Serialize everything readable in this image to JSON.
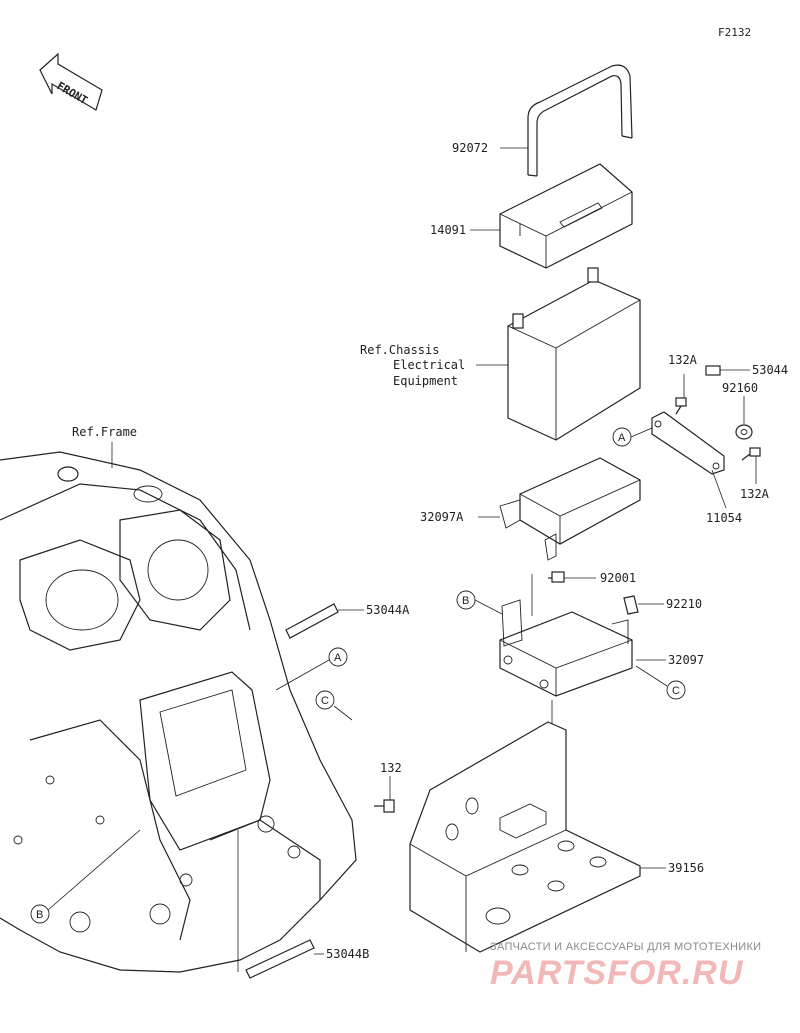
{
  "figure_code": "F2132",
  "front_label": "FRONT",
  "references": {
    "frame": "Ref.Frame",
    "chassis_lines": [
      "Ref.Chassis",
      "Electrical",
      "Equipment"
    ]
  },
  "parts": [
    {
      "id": "92072",
      "label": "92072"
    },
    {
      "id": "14091",
      "label": "14091"
    },
    {
      "id": "132A_top",
      "label": "132A"
    },
    {
      "id": "53044",
      "label": "53044"
    },
    {
      "id": "92160",
      "label": "92160"
    },
    {
      "id": "11054",
      "label": "11054"
    },
    {
      "id": "132A_right",
      "label": "132A"
    },
    {
      "id": "32097A",
      "label": "32097A"
    },
    {
      "id": "92001",
      "label": "92001"
    },
    {
      "id": "92210",
      "label": "92210"
    },
    {
      "id": "32097",
      "label": "32097"
    },
    {
      "id": "53044A",
      "label": "53044A"
    },
    {
      "id": "132",
      "label": "132"
    },
    {
      "id": "39156",
      "label": "39156"
    },
    {
      "id": "53044B",
      "label": "53044B"
    }
  ],
  "connection_markers": [
    {
      "id": "A_upper",
      "letter": "A"
    },
    {
      "id": "A_lower",
      "letter": "A"
    },
    {
      "id": "B_upper",
      "letter": "B"
    },
    {
      "id": "B_lower",
      "letter": "B"
    },
    {
      "id": "C_upper",
      "letter": "C"
    },
    {
      "id": "C_lower",
      "letter": "C"
    }
  ],
  "watermark": {
    "caption": "ЗАПЧАСТИ И АКСЕССУАРЫ ДЛЯ МОТОТЕХНИКИ",
    "brand": "PARTSFOR.RU"
  },
  "colors": {
    "line": "#222222",
    "watermark": "#f2b7b7",
    "background": "#ffffff"
  }
}
